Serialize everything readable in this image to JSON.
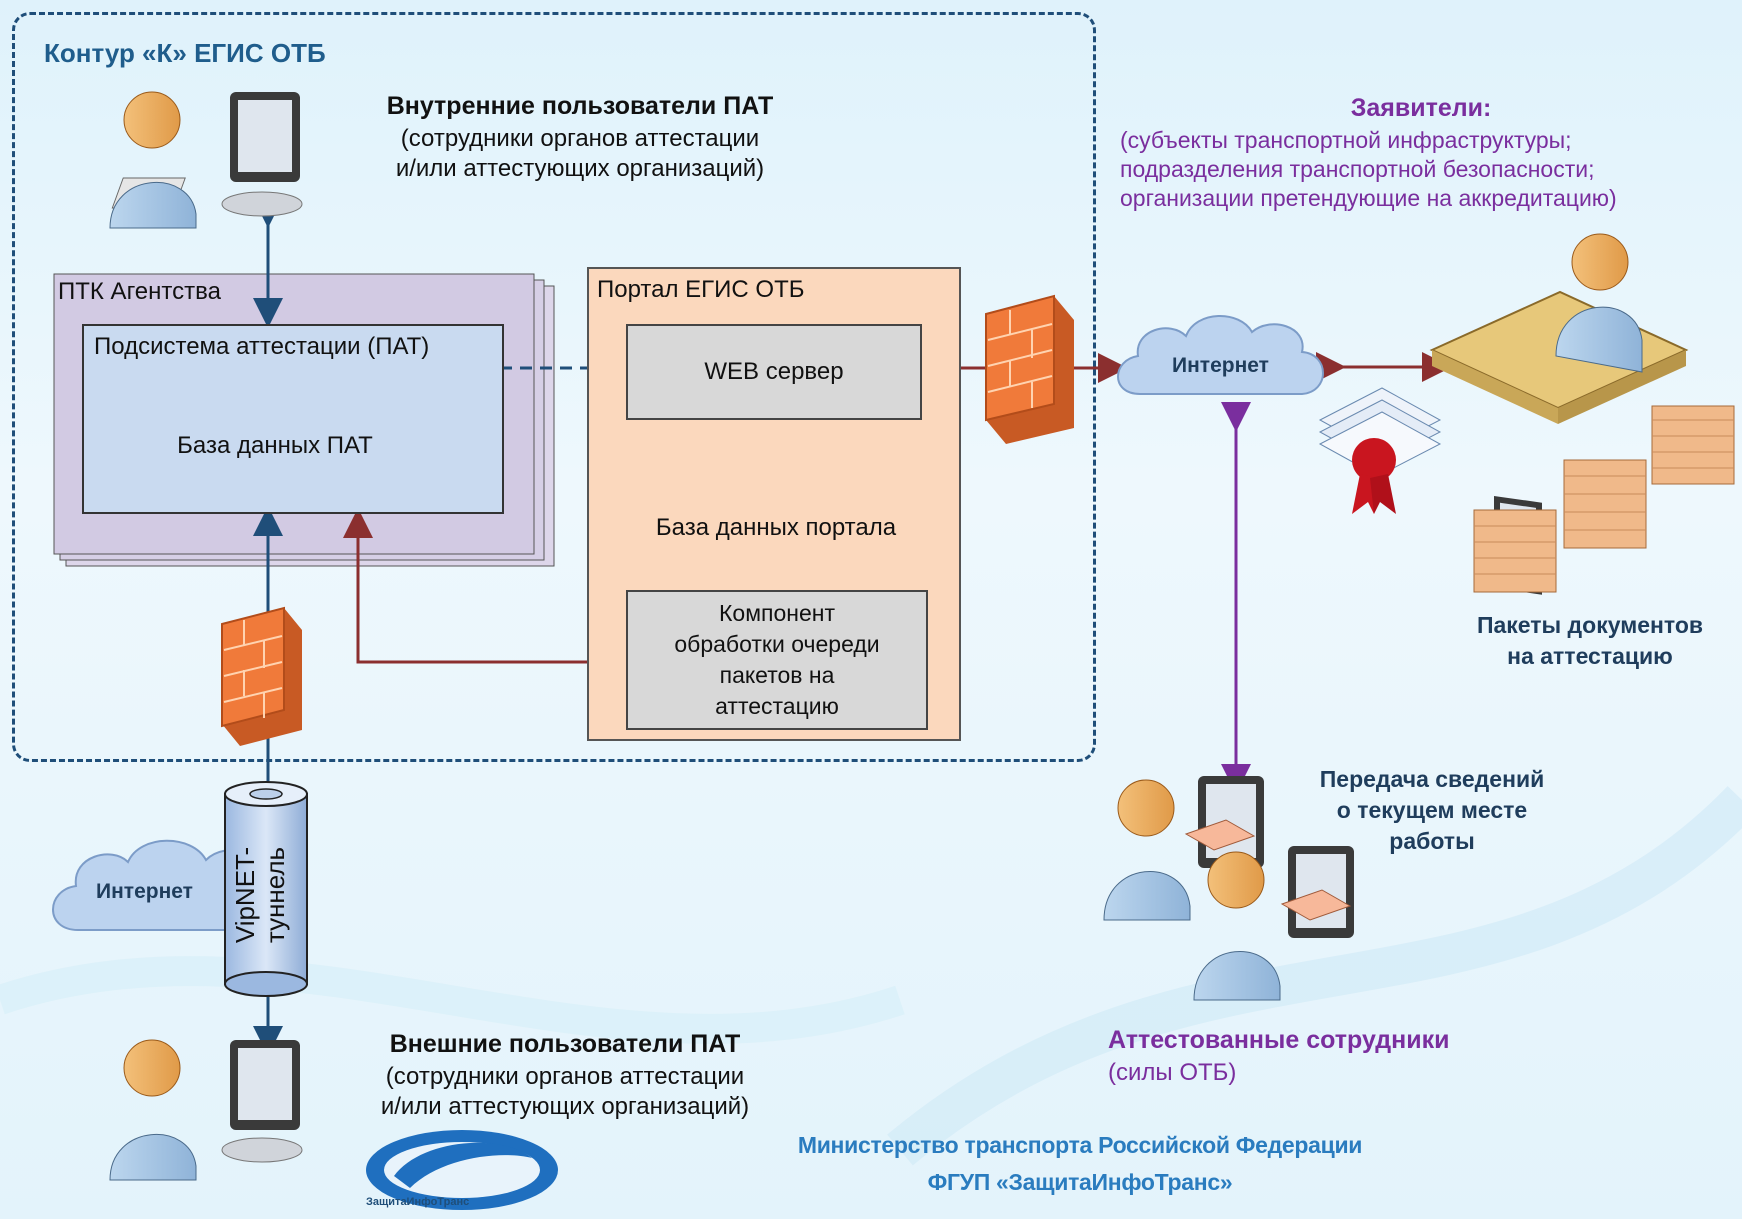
{
  "contour": {
    "title": "Контур «К» ЕГИС ОТБ"
  },
  "internal_users": {
    "title": "Внутренние пользователи ПАТ",
    "line1": "(сотрудники органов аттестации",
    "line2": "и/или аттестующих организаций)"
  },
  "external_users": {
    "title": "Внешние пользователи ПАТ",
    "line1": "(сотрудники органов аттестации",
    "line2": "и/или аттестующих организаций)"
  },
  "ptk": {
    "title": "ПТК Агентства",
    "pat_title": "Подсистема аттестации (ПАТ)",
    "pat_db": "База данных ПАТ"
  },
  "portal": {
    "title": "Портал ЕГИС ОТБ",
    "web_server": "WEB сервер",
    "portal_db": "База данных портала",
    "queue_component": [
      "Компонент",
      "обработки очереди",
      "пакетов на",
      "аттестацию"
    ]
  },
  "internet_right": "Интернет",
  "internet_left": "Интернет",
  "vipnet": [
    "VipNET-",
    "туннель"
  ],
  "applicants": {
    "title": "Заявители:",
    "line1": "(субъекты транспортной инфраструктуры;",
    "line2": "подразделения транспортной безопасности;",
    "line3": "организации претендующие на аккредитацию)"
  },
  "packages": {
    "line1": "Пакеты документов",
    "line2": "на аттестацию"
  },
  "transfer": {
    "line1": "Передача сведений",
    "line2": "о текущем месте",
    "line3": "работы"
  },
  "certified": {
    "title": "Аттестованные сотрудники",
    "sub": "(силы ОТБ)"
  },
  "footer": {
    "line1": "Министерство транспорта Российской Федерации",
    "line2": "ФГУП «ЗащитаИнфоТранс»"
  },
  "logo_text": "ЗащитаИнфоТранс",
  "colors": {
    "navy_arrow": "#1f4e79",
    "brown_arrow": "#8b2f2f",
    "purple_arrow": "#7a2e9e",
    "pat_db": "#f2a060",
    "portal_db": "#ffc000",
    "firewall": "#f07a3a"
  }
}
